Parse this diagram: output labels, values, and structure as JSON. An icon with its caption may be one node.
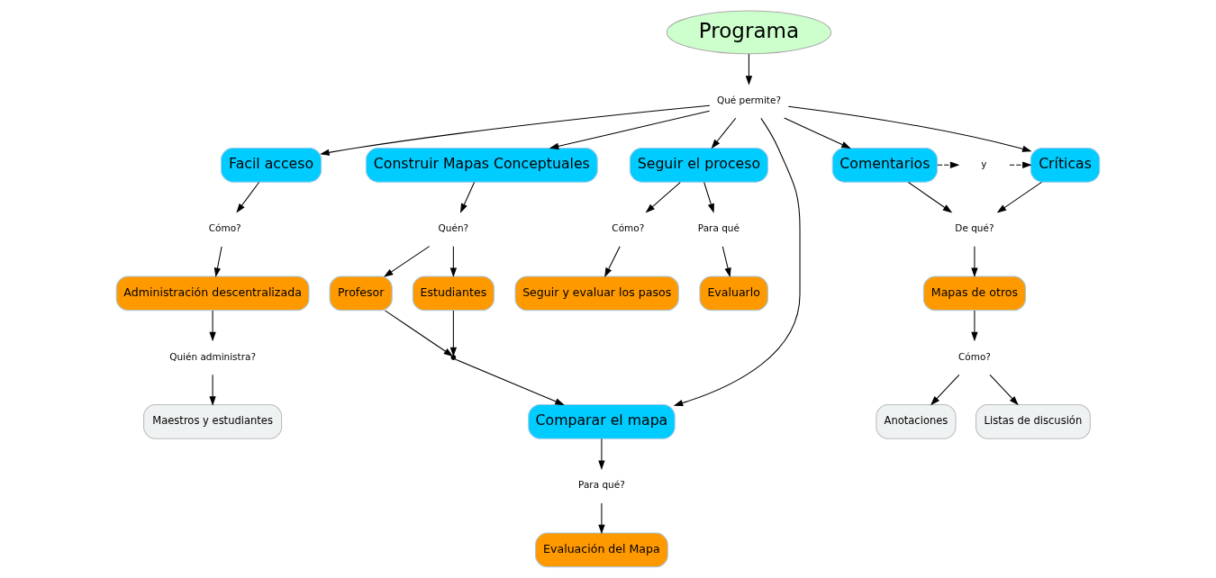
{
  "diagram": {
    "nodes": [
      {
        "text": [
          "Programa"
        ]
      },
      {
        "text": [
          "Qué permite?"
        ]
      },
      {
        "text": [
          "Construir Mapas Conceptuales"
        ]
      },
      {
        "text": [
          "Quén?"
        ]
      },
      {
        "text": [
          "Profesor"
        ]
      },
      {
        "text": [
          "Estudiantes"
        ]
      },
      {
        "text": [],
        "shape": "point"
      },
      {
        "text": [
          "Comentarios"
        ]
      },
      {
        "text": [
          "y"
        ]
      },
      {
        "text": [
          "Críticas"
        ]
      },
      {
        "text": [
          "Facil acceso"
        ]
      },
      {
        "text": [
          "Seguir el proceso"
        ]
      },
      {
        "text": [
          "Comparar el mapa"
        ]
      },
      {
        "text": [
          "De qué?"
        ]
      },
      {
        "text": [
          "Cómo?"
        ]
      },
      {
        "text": [
          "Para qué"
        ]
      },
      {
        "text": [
          "Cómo?"
        ]
      },
      {
        "text": [
          "Para qué?"
        ]
      },
      {
        "text": [
          "Mapas de otros"
        ]
      },
      {
        "text": [
          "Administración descentralizada"
        ]
      },
      {
        "text": [
          "Evaluarlo"
        ]
      },
      {
        "text": [
          "Seguir y evaluar los pasos"
        ]
      },
      {
        "text": [
          "Evaluación del Mapa"
        ]
      },
      {
        "text": [
          "Cómo?"
        ]
      },
      {
        "text": [
          "Quién administra?"
        ]
      },
      {
        "text": [
          "Anotaciones"
        ]
      },
      {
        "text": [
          "Listas de discusión"
        ]
      },
      {
        "text": [
          "Maestros y estudiantes"
        ]
      }
    ],
    "edges": [
      {
        "from": 0,
        "to": 1,
        "arrow": "to"
      },
      {
        "from": 1,
        "to": 7,
        "arrow": "to"
      },
      {
        "from": 1,
        "to": 9,
        "arrow": "to"
      },
      {
        "from": 1,
        "to": 10,
        "arrow": "to"
      },
      {
        "from": 1,
        "to": 11,
        "arrow": "to"
      },
      {
        "from": 1,
        "to": 12,
        "arrow": "to"
      },
      {
        "from": 1,
        "to": 2,
        "arrow": "to"
      },
      {
        "from": 2,
        "to": 3,
        "arrow": "to"
      },
      {
        "from": 3,
        "to": 4,
        "arrow": "to"
      },
      {
        "from": 3,
        "to": 5,
        "arrow": "to"
      },
      {
        "from": 4,
        "to": 6,
        "arrow": "to"
      },
      {
        "from": 5,
        "to": 6,
        "arrow": "to"
      },
      {
        "from": 6,
        "to": 12,
        "arrow": "to"
      },
      {
        "from": 7,
        "to": 8,
        "arrow": "to",
        "style": "dashed"
      },
      {
        "from": 8,
        "to": 9,
        "arrow": "to",
        "style": "dashed"
      },
      {
        "from": 7,
        "to": 13,
        "arrow": "to"
      },
      {
        "from": 9,
        "to": 13,
        "arrow": "to"
      },
      {
        "from": 13,
        "to": 18,
        "arrow": "to"
      },
      {
        "from": 18,
        "to": 23,
        "arrow": "to"
      },
      {
        "from": 23,
        "to": 25,
        "arrow": "to"
      },
      {
        "from": 23,
        "to": 26,
        "arrow": "to"
      },
      {
        "from": 10,
        "to": 14,
        "arrow": "to"
      },
      {
        "from": 14,
        "to": 19,
        "arrow": "to"
      },
      {
        "from": 19,
        "to": 24,
        "arrow": "to"
      },
      {
        "from": 24,
        "to": 27,
        "arrow": "to"
      },
      {
        "from": 11,
        "to": 15,
        "arrow": "to"
      },
      {
        "from": 11,
        "to": 16,
        "arrow": "to"
      },
      {
        "from": 15,
        "to": 20,
        "arrow": "to"
      },
      {
        "from": 16,
        "to": 21,
        "arrow": "to"
      },
      {
        "from": 12,
        "to": 17,
        "arrow": "to"
      },
      {
        "from": 17,
        "to": 22,
        "arrow": "to"
      }
    ]
  }
}
